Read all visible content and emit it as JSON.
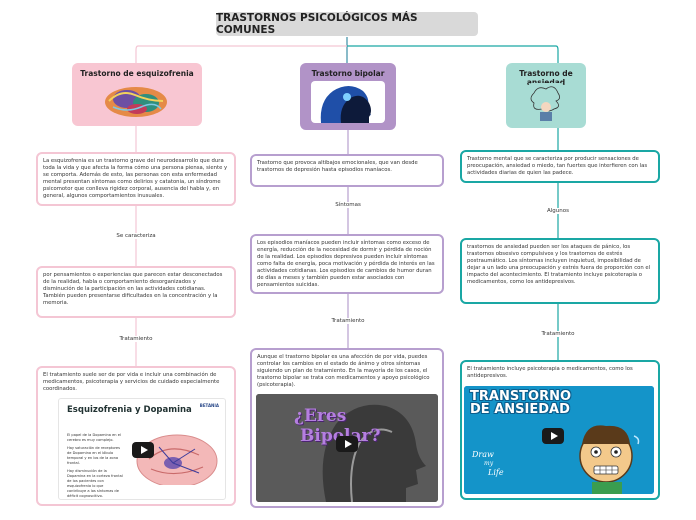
{
  "title": "TRASTORNOS PSICOLÓGICOS MÁS COMUNES",
  "colors": {
    "pink": "#f8c6d2",
    "purple": "#b193c7",
    "teal": "#1aa7a4",
    "title_bg": "#d9d9d9"
  },
  "branches": {
    "esquizofrenia": {
      "header": "Trastorno de esquizofrenia",
      "description": "La esquizofrenia es un trastorno grave del neurodesarrollo que dura toda la vida y que afecta la forma cómo una persona piensa, siente y se comporta. Además de esto, las personas con esta enfermedad mental presentan síntomas como delirios y catatonia, un síndrome psicomotor que conlleva rigidez corporal, ausencia del habla y, en general, algunos comportamientos inusuales.",
      "label1": "Se caracteriza",
      "characteristics": "por pensamientos o experiencias que parecen estar desconectados de la realidad, habla o comportamiento desorganizados y disminución de la participación en las actividades cotidianas. También pueden presentarse dificultades en la concentración y la memoria.",
      "label2": "Tratamiento",
      "treatment": "El tratamiento suele ser de por vida e incluir una combinación de medicamentos, psicoterapia y servicios de cuidado especialmente coordinados.",
      "media": {
        "slide_title": "Esquizofrenia y Dopamina",
        "brand": "BETANIA",
        "bullets": [
          "El papel de la Dopamina en el cerebro es muy complejo.",
          "Hay saturación de receptores de Dopamina en el lóbulo temporal y en los de la zona frontal.",
          "Hay disminución de la Dopamina en la corteza frontal de los pacientes con esquizofrenia lo que contribuye a los síntomas de déficit cognoscitivo."
        ]
      }
    },
    "bipolar": {
      "header": "Trastorno bipolar",
      "description": "Trastorno que provoca altibajos emocionales, que van desde trastornos de depresión hasta episodios maníacos.",
      "label1": "Síntomas",
      "symptoms": "Los episodios maníacos pueden incluir síntomas como exceso de energía, reducción de la necesidad de dormir y pérdida de noción de la realidad. Los episodios depresivos pueden incluir síntomas como falta de energía, poca motivación y pérdida de interés en las actividades cotidianas. Los episodios de cambios de humor duran de días a meses y también pueden estar asociados con pensamientos suicidas.",
      "label2": "Tratamiento",
      "treatment": "Aunque el trastorno bipolar es una afección de por vida, puedes controlar los cambios en el estado de ánimo y otros síntomas siguiendo un plan de tratamiento. En la mayoría de los casos, el trastorno bipolar se trata con medicamentos y apoyo psicológico (psicoterapia).",
      "media": {
        "line1": "¿Eres",
        "line2": "Bipolar?"
      }
    },
    "ansiedad": {
      "header": "Trastorno de ansiedad",
      "description": "Trastorno mental que se caracteriza por producir sensaciones de preocupación, ansiedad o miedo, tan fuertes que interfieren con las actividades diarias de quien las padece.",
      "label1": "Algunos",
      "examples": "trastornos de ansiedad pueden ser los ataques de pánico, los trastornos obsesivo compulsivos y los trastornos de estrés postraumático. Los síntomas incluyen inquietud, imposibilidad de dejar a un lado una preocupación y estrés fuera de proporción con el impacto del acontecimiento. El tratamiento incluye psicoterapia o medicamentos, como los antidepresivos.",
      "label2": "Tratamiento",
      "treatment": "El tratamiento incluye psicoterapia o medicamentos, como los antidepresivos.",
      "media": {
        "title_line1": "TRANSTORNO",
        "title_line2": "DE ANSIEDAD",
        "brand_line1": "Draw",
        "brand_line2": "my",
        "brand_line3": "Life"
      }
    }
  }
}
